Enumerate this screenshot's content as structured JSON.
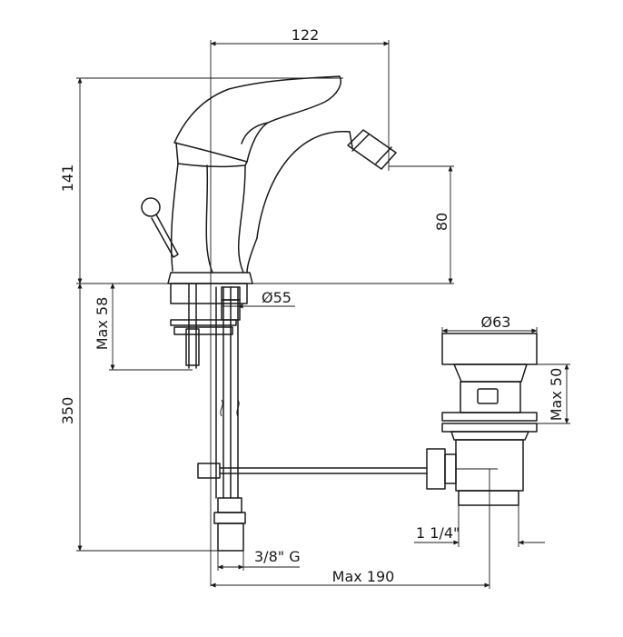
{
  "dimensions": {
    "width_top": "122",
    "height_total": "141",
    "spout_height": "80",
    "base_diameter": "Ø55",
    "max_shank": "Max 58",
    "pipe_length": "350",
    "drain_diameter": "Ø63",
    "drain_height": "Max 50",
    "drain_thread": "1 1/4\"",
    "supply_thread": "3/8\" G",
    "max_depth": "Max 190"
  },
  "colors": {
    "line": "#1a1a1a",
    "background": "#ffffff"
  }
}
